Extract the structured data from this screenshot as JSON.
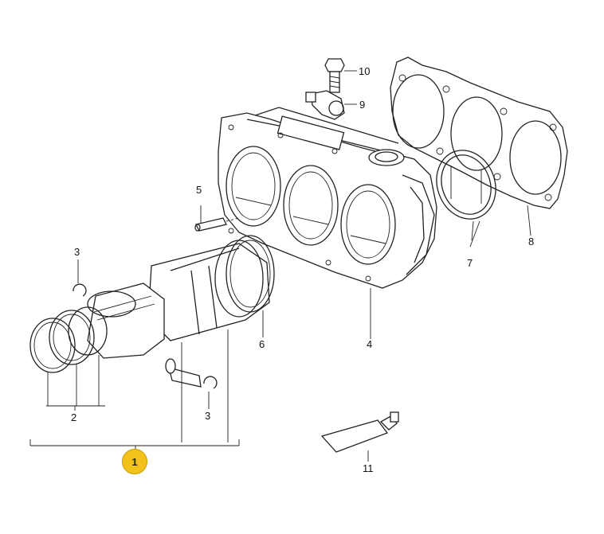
{
  "callouts": {
    "c1": "1",
    "c2": "2",
    "c3a": "3",
    "c3b": "3",
    "c4": "4",
    "c5": "5",
    "c6": "6",
    "c7": "7",
    "c8": "8",
    "c9": "9",
    "c10": "10",
    "c11": "11"
  },
  "colors": {
    "highlight_badge": "#f2c21b",
    "highlight_border": "#c99a00",
    "line": "#222222"
  }
}
